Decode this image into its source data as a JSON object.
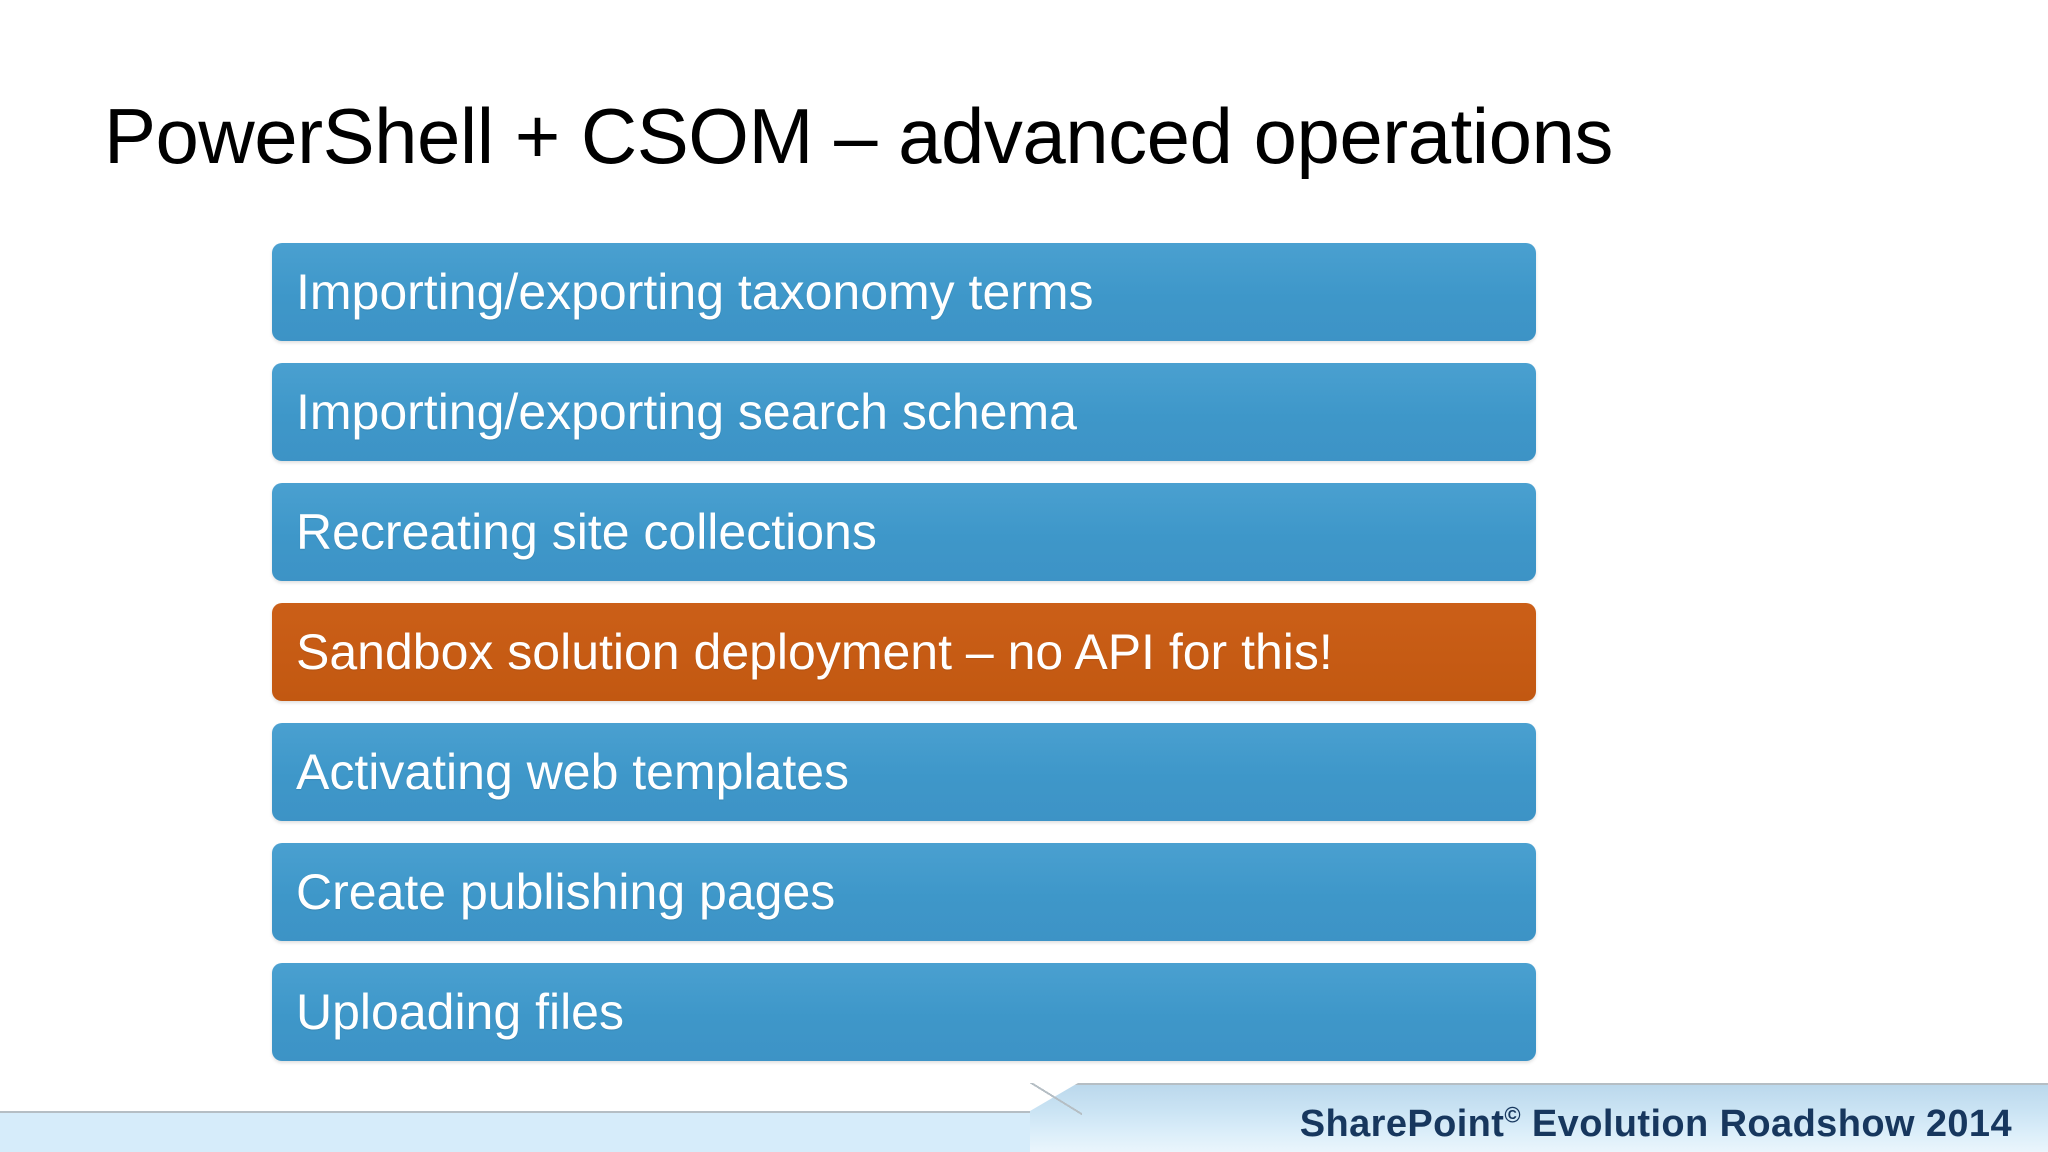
{
  "slide": {
    "title": "PowerShell + CSOM – advanced operations",
    "background_color": "#FFFFFF"
  },
  "colors": {
    "bar_blue": "#3F97C9",
    "bar_orange": "#C65B14",
    "bar_text": "#FFFFFF",
    "title_text": "#000000",
    "footer_band_lower": "#D6ECFA",
    "footer_band_upper": "#C8E2F3",
    "footer_text": "#17375E"
  },
  "bars": [
    {
      "label": "Importing/exporting taxonomy terms",
      "style": "blue",
      "highlighted": false
    },
    {
      "label": "Importing/exporting search schema",
      "style": "blue",
      "highlighted": false
    },
    {
      "label": "Recreating site collections",
      "style": "blue",
      "highlighted": false
    },
    {
      "label": "Sandbox solution deployment – no API for this!",
      "style": "orange",
      "highlighted": true
    },
    {
      "label": "Activating web templates",
      "style": "blue",
      "highlighted": false
    },
    {
      "label": "Create publishing pages",
      "style": "blue",
      "highlighted": false
    },
    {
      "label": "Uploading files",
      "style": "blue",
      "highlighted": false
    }
  ],
  "footer": {
    "brand": "SharePoint",
    "copyright_symbol": "©",
    "suffix": " Evolution Roadshow 2014",
    "full_text": "SharePoint© Evolution Roadshow 2014"
  }
}
